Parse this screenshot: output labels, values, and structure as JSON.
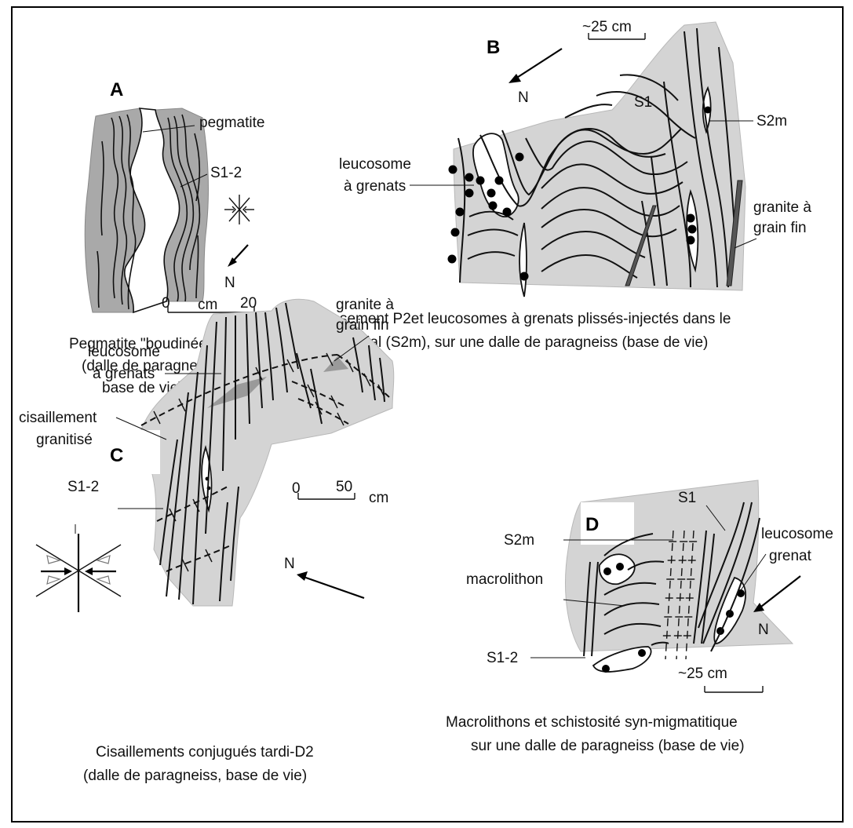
{
  "panels": {
    "a": {
      "letter": "A",
      "labels": {
        "pegmatite": "pegmatite",
        "s12": "S1-2",
        "north": "N"
      },
      "scale": {
        "zero": "0",
        "unit": "cm",
        "max": "20"
      },
      "caption": [
        "Pegmatite \"boudinée\"",
        "(dalle de paragneiss,",
        "base de vie)"
      ]
    },
    "b": {
      "letter": "B",
      "scale": "~25 cm",
      "labels": {
        "north": "N",
        "s1": "S1",
        "s2m": "S2m",
        "leuco1": "leucosome",
        "leuco2": "à grenats",
        "granite1": "granite à",
        "granite2": "grain fin"
      },
      "caption": [
        "Microplissement P2et leucosomes à grenats plissés-injectés dans le",
        "plan axial (S2m), sur une dalle de paragneiss (base de vie)"
      ]
    },
    "c": {
      "letter": "C",
      "labels": {
        "granite1": "granite à",
        "granite2": "grain fin",
        "leuco1": "leucosome",
        "leuco2": "à grenats",
        "cis1": "cisaillement",
        "cis2": "granitisé",
        "s12": "S1-2",
        "north": "N"
      },
      "scale": {
        "zero": "0",
        "max": "50",
        "unit": "cm"
      },
      "caption": [
        "Cisaillements conjugués tardi-D2",
        "(dalle de paragneiss, base de vie)"
      ]
    },
    "d": {
      "letter": "D",
      "labels": {
        "s1": "S1",
        "s2m": "S2m",
        "leuco1": "leucosome",
        "leuco2": "grenat",
        "macro": "macrolithon",
        "s12": "S1-2",
        "north": "N"
      },
      "scale": "~25 cm",
      "caption": [
        "Macrolithons et schistosité syn-migmatitique",
        "sur une dalle de paragneiss (base de vie)"
      ]
    }
  }
}
